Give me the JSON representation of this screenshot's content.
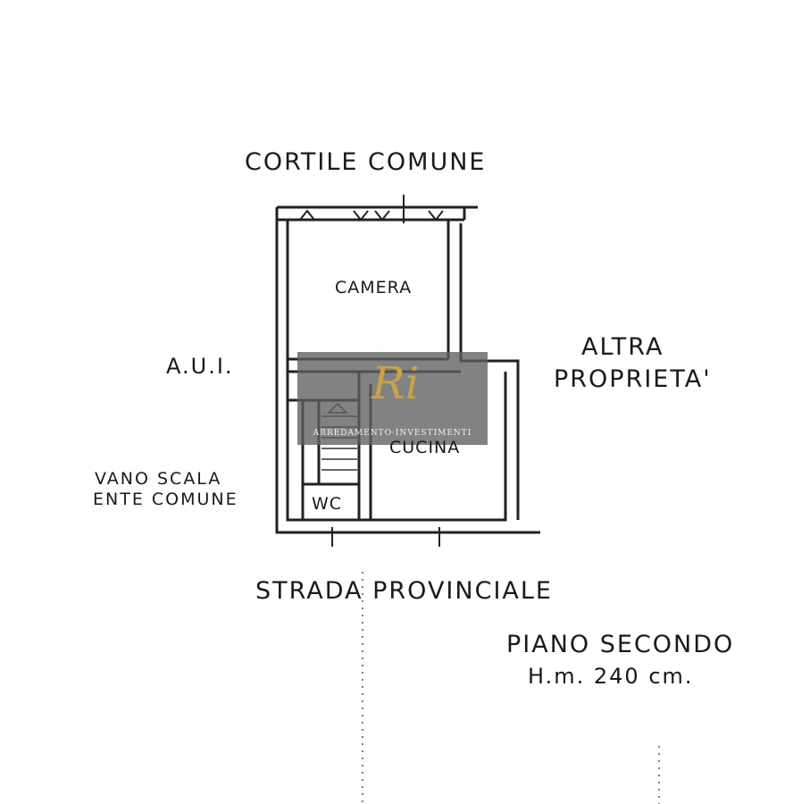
{
  "labels": {
    "north": "CORTILE COMUNE",
    "west": "A.U.I.",
    "east_line1": "ALTRA",
    "east_line2": "PROPRIETA'",
    "stair_line1": "VANO SCALA",
    "stair_line2": "ENTE COMUNE",
    "south": "STRADA PROVINCIALE"
  },
  "rooms": {
    "camera": "CAMERA",
    "cucina": "CUCINA",
    "wc": "WC"
  },
  "title_block": {
    "floor": "PIANO SECONDO",
    "height": "H.m. 240 cm."
  },
  "watermark": {
    "logo": "Ri",
    "text": "ARREDAMENTO·INVESTIMENTI",
    "colors": {
      "box": "#5f5f5f",
      "logo_gold": "#c9a24a",
      "logo_blue": "#6fa8d6"
    }
  }
}
